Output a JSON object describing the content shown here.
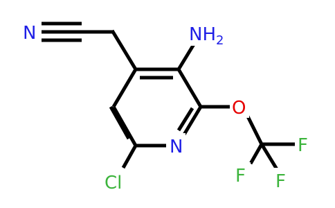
{
  "molecule": {
    "atoms": {
      "nitrile_n": {
        "label": "N",
        "color": "#1e1ee6"
      },
      "amino": {
        "label": "NH",
        "subscript": "2",
        "color": "#1e1ee6"
      },
      "ring_n": {
        "label": "N",
        "color": "#1e1ee6"
      },
      "oxygen": {
        "label": "O",
        "color": "#e60000"
      },
      "chlorine": {
        "label": "Cl",
        "color": "#3cb43c"
      },
      "fluorine_1": {
        "label": "F",
        "color": "#3cb43c"
      },
      "fluorine_2": {
        "label": "F",
        "color": "#3cb43c"
      },
      "fluorine_3": {
        "label": "F",
        "color": "#3cb43c"
      }
    },
    "bond_color": "#000000"
  }
}
